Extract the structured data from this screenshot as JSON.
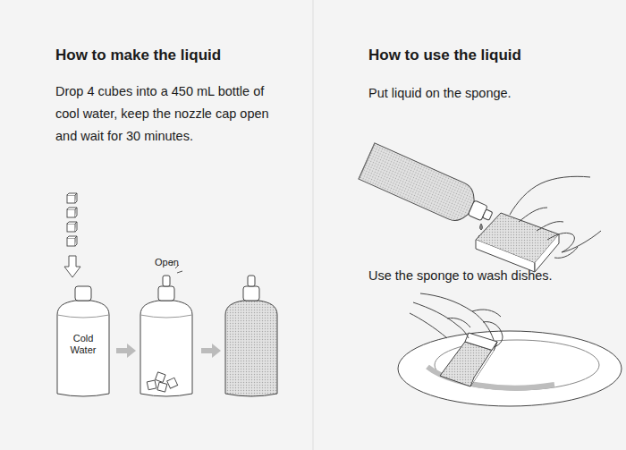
{
  "diagram": {
    "nodes": [
      {
        "text": [
          "Cold Water"
        ]
      }
    ],
    "labels": [
      "How to make the liquid",
      "Drop 4 cubes into a 450 mL bottle of cool water, keep the nozzle cap open and wait for 30 minutes.",
      "Open",
      "How to use the liquid",
      "Put liquid on the sponge.",
      "Use the sponge to wash dishes."
    ]
  }
}
